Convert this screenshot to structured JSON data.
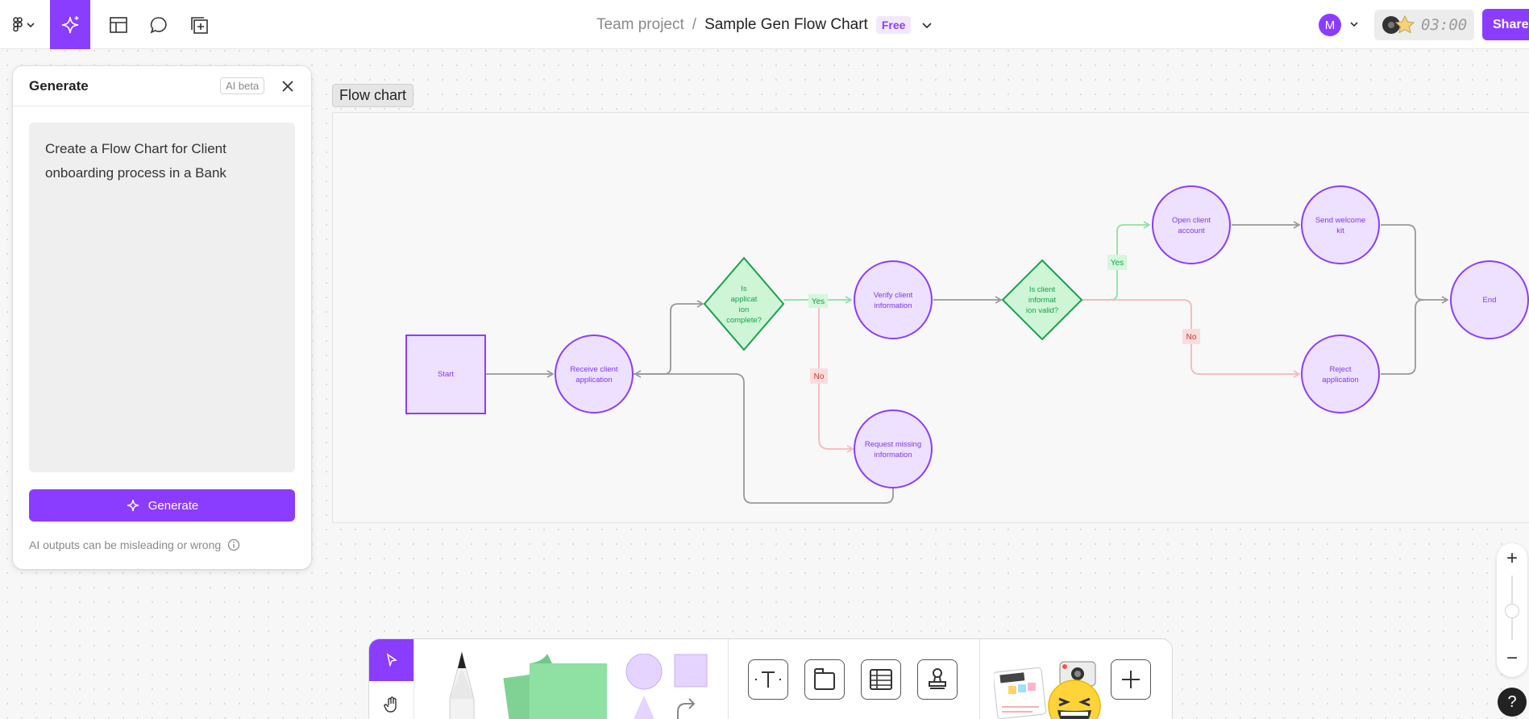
{
  "header": {
    "team": "Team project",
    "separator": "/",
    "doc_title": "Sample Gen Flow Chart",
    "plan_badge": "Free",
    "avatar_initial": "M",
    "timer": "03:00",
    "share_label": "Share"
  },
  "generate_panel": {
    "title": "Generate",
    "badge": "AI beta",
    "prompt": "Create a Flow Chart for Client onboarding process in a Bank",
    "button_label": "Generate",
    "disclaimer": "AI outputs can be misleading or wrong"
  },
  "flowchart": {
    "frame_label": "Flow chart",
    "nodes": {
      "start": "Start",
      "receive": [
        "Receive client",
        "application"
      ],
      "is_complete": [
        "Is",
        "applicat",
        "ion",
        "complete?"
      ],
      "verify": [
        "Verify client",
        "information"
      ],
      "request": [
        "Request missing",
        "information"
      ],
      "is_valid": [
        "Is client",
        "informat",
        "ion valid?"
      ],
      "open": [
        "Open client",
        "account"
      ],
      "welcome": [
        "Send welcome",
        "kit"
      ],
      "reject": [
        "Reject",
        "application"
      ],
      "end": "End"
    },
    "edge_labels": {
      "complete_yes": "Yes",
      "complete_no": "No",
      "valid_yes": "Yes",
      "valid_no": "No"
    }
  },
  "zoom": {
    "in": "+",
    "out": "−"
  },
  "help": "?",
  "colors": {
    "accent": "#8b3dff",
    "node_fill": "#eee0ff",
    "decision_fill": "#cdf5d6",
    "decision_stroke": "#16a34a",
    "yes_label": "#d5f7dc",
    "no_label": "#fbdcdc"
  }
}
